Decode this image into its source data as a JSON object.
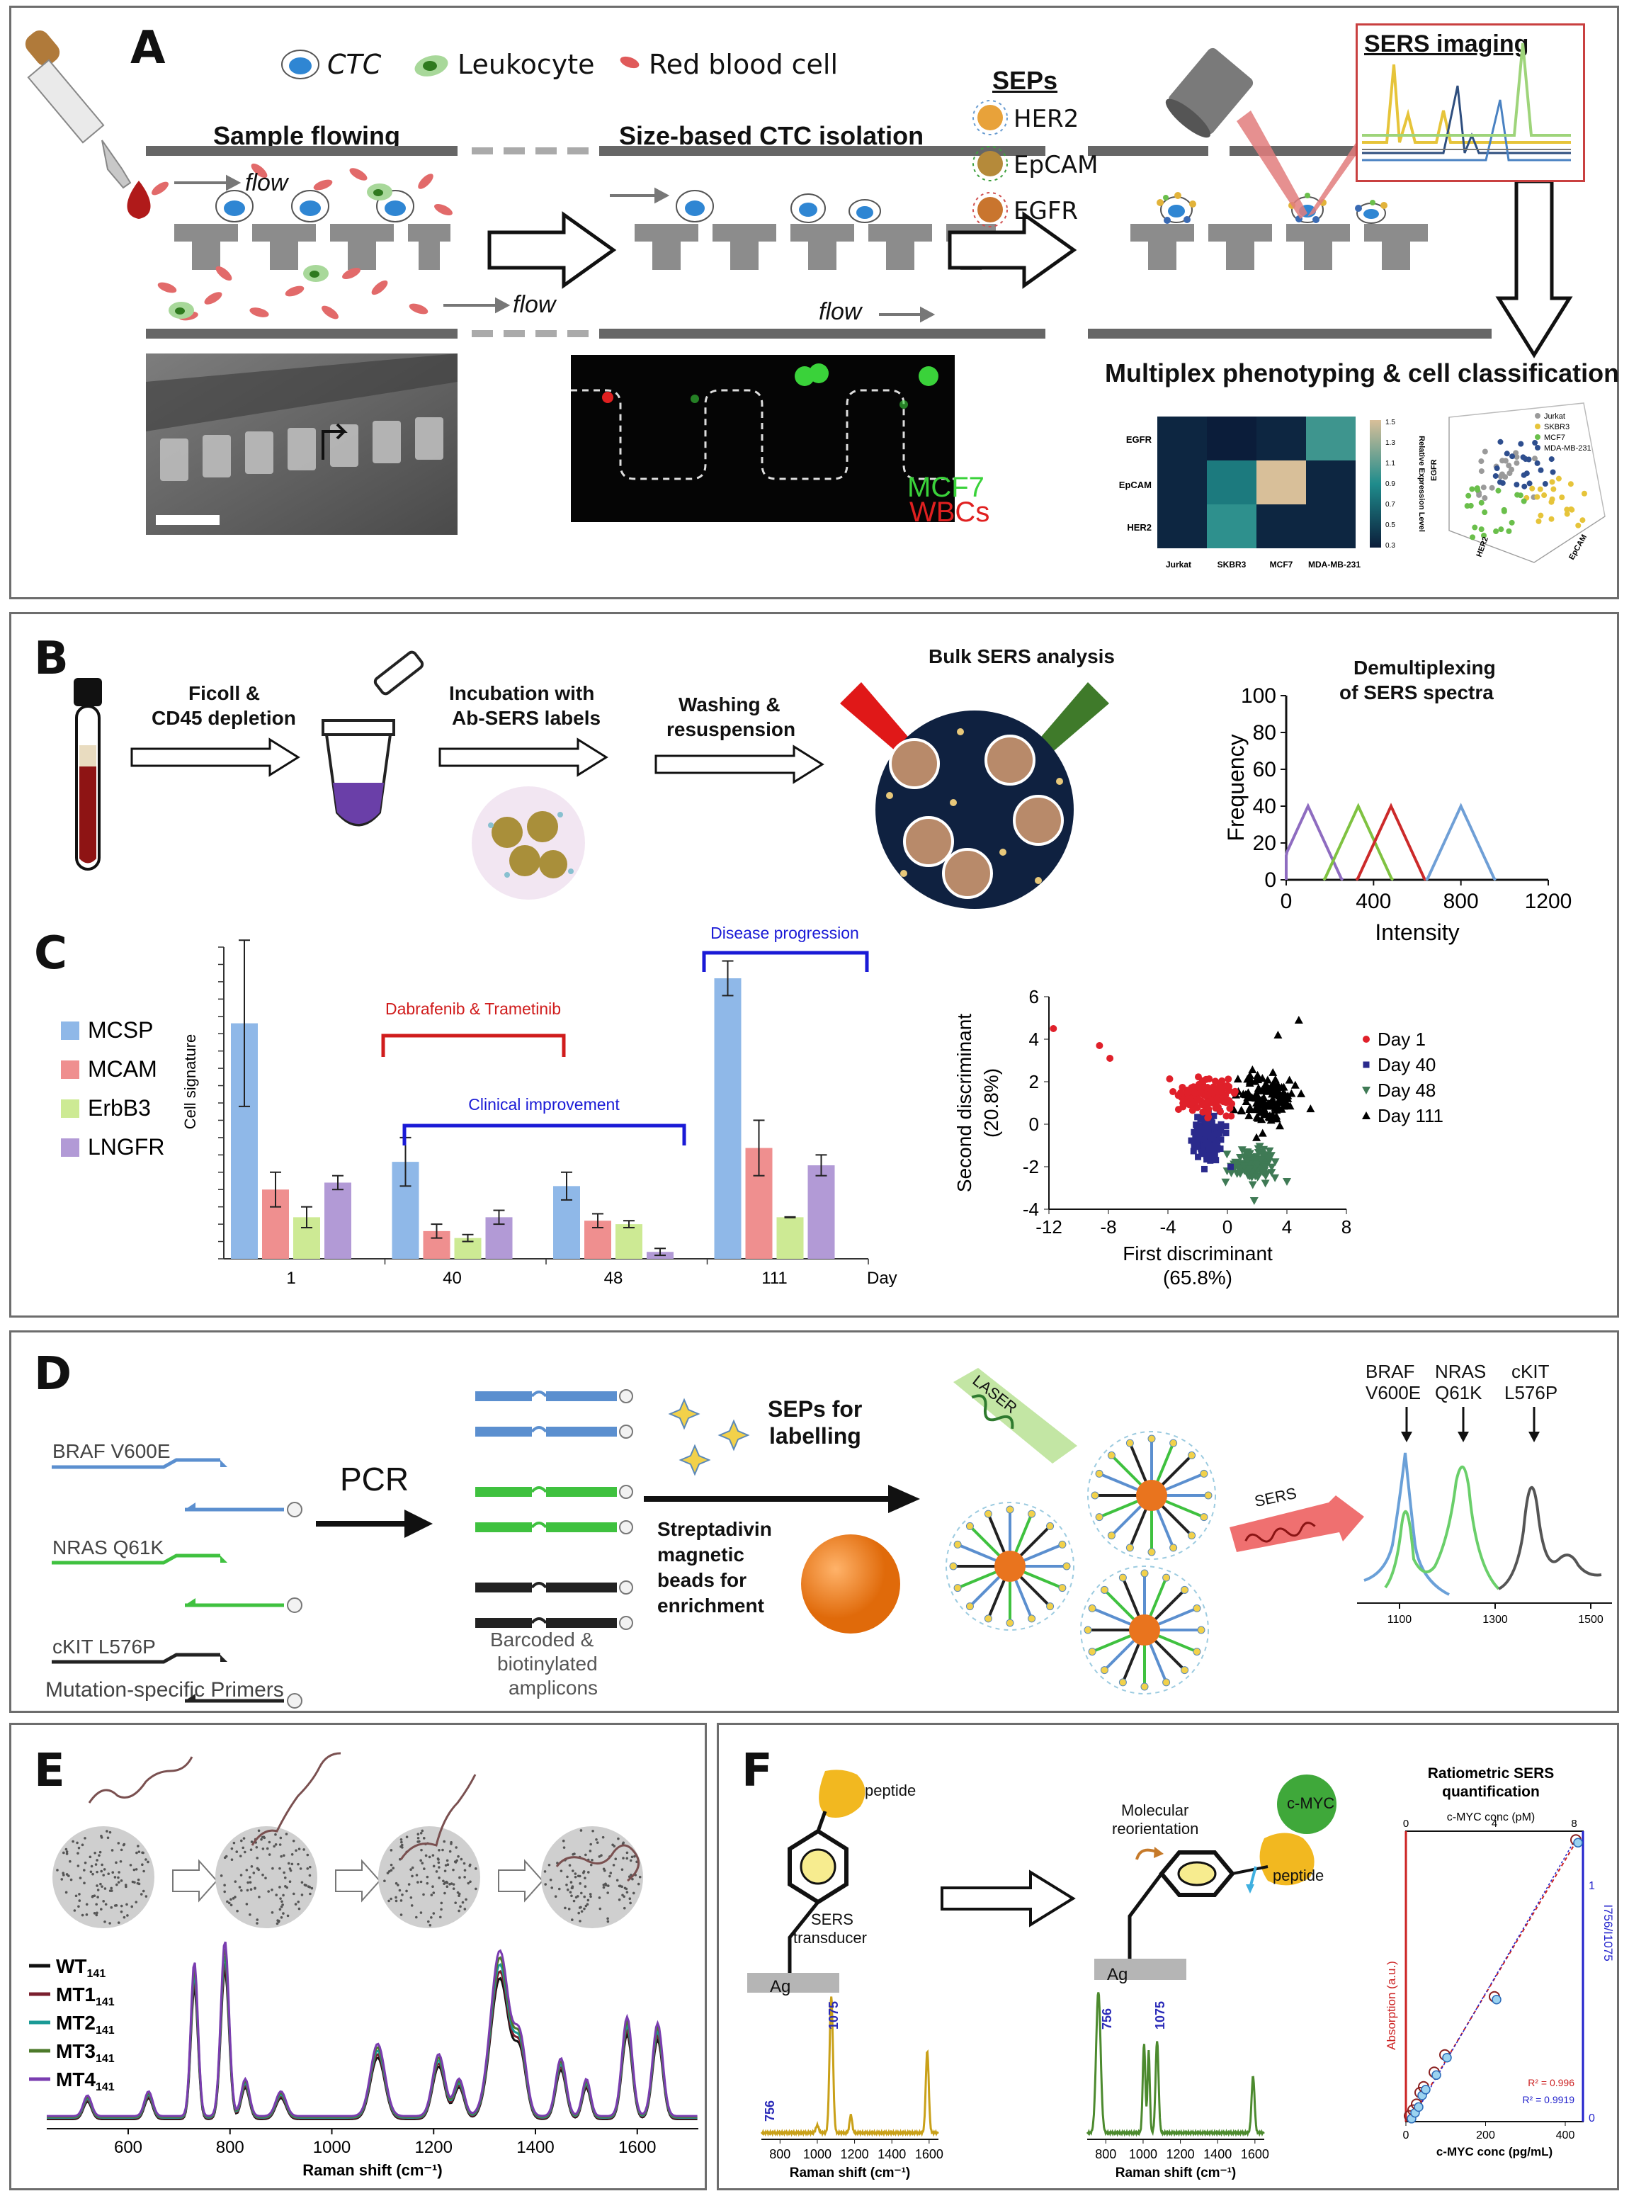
{
  "panels": {
    "A": {
      "label": "A",
      "legend": {
        "ctc": "CTC",
        "leukocyte": "Leukocyte",
        "rbc": "Red blood cell"
      },
      "steps": {
        "sample_flowing": "Sample flowing",
        "size_based": "Size-based CTC isolation",
        "seps_title": "SEPs",
        "sers_imaging": "SERS imaging"
      },
      "flow": "flow",
      "seps": [
        "HER2",
        "EpCAM",
        "EGFR"
      ],
      "micrograph_labels": {
        "mcf7": "MCF7",
        "wbcs": "WBCs"
      },
      "multiplex_title": "Multiplex phenotyping & cell classification",
      "heatmap": {
        "rows": [
          "EGFR",
          "EpCAM",
          "HER2"
        ],
        "cols": [
          "Jurkat",
          "SKBR3",
          "MCF7",
          "MDA-MB-231"
        ],
        "scale_title": "Relative Expression Level",
        "scale_ticks": [
          "1.5",
          "1.3",
          "1.1",
          "0.9",
          "0.7",
          "0.5",
          "0.3"
        ]
      },
      "scatter3d": {
        "legend": [
          "Jurkat",
          "SKBR3",
          "MCF7",
          "MDA-MB-231"
        ],
        "axes": [
          "EGFR",
          "HER2",
          "EpCAM"
        ]
      }
    },
    "B": {
      "label": "B",
      "steps": [
        "Ficoll &",
        "CD45 depletion",
        "Incubation with",
        "Ab-SERS labels",
        "Washing &",
        "resuspension",
        "Bulk SERS analysis"
      ],
      "chart_title": [
        "Demultiplexing",
        "of SERS spectra"
      ]
    },
    "C": {
      "label": "C",
      "legend": [
        "MCSP",
        "MCAM",
        "ErbB3",
        "LNGFR"
      ],
      "annotations": {
        "dabrafenib": "Dabrafenib & Trametinib",
        "clinical": "Clinical improvement",
        "disease": "Disease progression"
      },
      "ylabel": "Cell signature",
      "xlabel_day": "Day",
      "lda": {
        "ylabel": [
          "Second discriminant",
          "(20.8%)"
        ],
        "xlabel": [
          "First discriminant",
          "(65.8%)"
        ],
        "legend": [
          "Day 1",
          "Day 40",
          "Day 48",
          "Day 111"
        ]
      }
    },
    "D": {
      "label": "D",
      "primers": [
        "BRAF V600E",
        "NRAS Q61K",
        "cKIT L576P"
      ],
      "primers_caption": "Mutation-specific Primers",
      "pcr": "PCR",
      "amplicons_caption": [
        "Barcoded &",
        "biotinylated",
        "amplicons"
      ],
      "seps_label": [
        "SEPs for",
        "labelling"
      ],
      "beads_label": [
        "Streptadivin",
        "magnetic",
        "beads for",
        "enrichment"
      ],
      "laser": "LASER",
      "sers": "SERS",
      "peaks": [
        [
          "BRAF",
          "V600E"
        ],
        [
          "NRAS",
          "Q61K"
        ],
        [
          "cKIT",
          "L576P"
        ]
      ],
      "xticks": [
        "1100",
        "1300",
        "1500"
      ]
    },
    "E": {
      "label": "E",
      "legend": [
        {
          "name": "WT",
          "sub": "141",
          "color": "#111111"
        },
        {
          "name": "MT1",
          "sub": "141",
          "color": "#7a1f2e"
        },
        {
          "name": "MT2",
          "sub": "141",
          "color": "#1a9a96"
        },
        {
          "name": "MT3",
          "sub": "141",
          "color": "#4c7a2a"
        },
        {
          "name": "MT4",
          "sub": "141",
          "color": "#7a3db0"
        }
      ],
      "xlabel": "Raman shift (cm⁻¹)",
      "xticks": [
        "600",
        "800",
        "1000",
        "1200",
        "1400",
        "1600"
      ]
    },
    "F": {
      "label": "F",
      "peptide": "peptide",
      "transducer": [
        "SERS",
        "transducer"
      ],
      "ag": "Ag",
      "reorientation": [
        "Molecular",
        "reorientation"
      ],
      "cmyc": "c-MYC",
      "peaks": [
        "756",
        "1075"
      ],
      "xlabel": "Raman shift (cm⁻¹)",
      "xticks": [
        "800",
        "1000",
        "1200",
        "1400",
        "1600"
      ],
      "quant_title": [
        "Ratiometric SERS",
        "quantification"
      ],
      "top_axis": "c-MYC conc (pM)",
      "top_ticks": [
        "0",
        "4",
        "8"
      ],
      "bottom_axis": "c-MYC conc (pg/mL)",
      "bottom_ticks": [
        "0",
        "200",
        "400"
      ],
      "left_axis": "Absorption (a.u.)",
      "right_axis": "I756/I1075",
      "right_ticks": [
        "1",
        "0"
      ],
      "r2_red": "R² = 0.996",
      "r2_blue": "R² = 0.9919"
    }
  },
  "chart_data": [
    {
      "type": "line",
      "title": "Demultiplexing of SERS spectra",
      "xlabel": "Intensity",
      "ylabel": "Frequency",
      "xlim": [
        0,
        1200
      ],
      "ylim": [
        0,
        100
      ],
      "xticks": [
        0,
        400,
        800,
        1200
      ],
      "yticks": [
        0,
        20,
        40,
        60,
        80,
        100
      ],
      "series": [
        {
          "color": "#8e6cc0",
          "peak_x": 100,
          "peak_y": 40
        },
        {
          "color": "#7fc241",
          "peak_x": 330,
          "peak_y": 40
        },
        {
          "color": "#cc2a2a",
          "peak_x": 480,
          "peak_y": 40
        },
        {
          "color": "#6f9fd6",
          "peak_x": 800,
          "peak_y": 40
        }
      ]
    },
    {
      "type": "bar",
      "ylabel": "Cell signature",
      "categories": [
        "1",
        "40",
        "48",
        "111"
      ],
      "series": [
        {
          "name": "MCSP",
          "color": "#8fb8e8",
          "values": [
            0.68,
            0.28,
            0.21,
            0.81
          ],
          "err": [
            0.24,
            0.07,
            0.04,
            0.05
          ]
        },
        {
          "name": "MCAM",
          "color": "#ef8f8f",
          "values": [
            0.2,
            0.08,
            0.11,
            0.32
          ],
          "err": [
            0.05,
            0.02,
            0.02,
            0.08
          ]
        },
        {
          "name": "ErbB3",
          "color": "#cdea94",
          "values": [
            0.12,
            0.06,
            0.1,
            0.12
          ],
          "err": [
            0.03,
            0.01,
            0.01,
            0.0
          ]
        },
        {
          "name": "LNGFR",
          "color": "#b29ad6",
          "values": [
            0.22,
            0.12,
            0.02,
            0.27
          ],
          "err": [
            0.02,
            0.02,
            0.01,
            0.03
          ]
        }
      ]
    },
    {
      "type": "scatter",
      "xlabel": "First discriminant (65.8%)",
      "ylabel": "Second discriminant (20.8%)",
      "xlim": [
        -12,
        8
      ],
      "ylim": [
        -4,
        6
      ],
      "xticks": [
        -12,
        -8,
        -4,
        0,
        4,
        8
      ],
      "yticks": [
        -4,
        -2,
        0,
        2,
        4,
        6
      ],
      "series": [
        {
          "name": "Day 1",
          "color": "#e0202a",
          "marker": "circle",
          "center": [
            -1.5,
            1.3
          ],
          "spread": [
            1.6,
            0.7
          ],
          "outliers": [
            [
              -11.7,
              4.5
            ],
            [
              -8.6,
              3.7
            ],
            [
              -7.9,
              3.1
            ]
          ]
        },
        {
          "name": "Day 40",
          "color": "#2a2a8c",
          "marker": "square",
          "center": [
            -1.3,
            -0.6
          ],
          "spread": [
            1.0,
            1.0
          ],
          "outliers": []
        },
        {
          "name": "Day 48",
          "color": "#3f7a55",
          "marker": "triangle-down",
          "center": [
            1.6,
            -1.9
          ],
          "spread": [
            1.2,
            0.6
          ],
          "outliers": [
            [
              4.0,
              -2.7
            ],
            [
              1.8,
              -3.6
            ]
          ]
        },
        {
          "name": "Day 111",
          "color": "#000000",
          "marker": "triangle-up",
          "center": [
            2.6,
            1.2
          ],
          "spread": [
            2.0,
            1.2
          ],
          "outliers": [
            [
              4.8,
              4.9
            ],
            [
              3.4,
              4.2
            ]
          ]
        }
      ]
    }
  ]
}
